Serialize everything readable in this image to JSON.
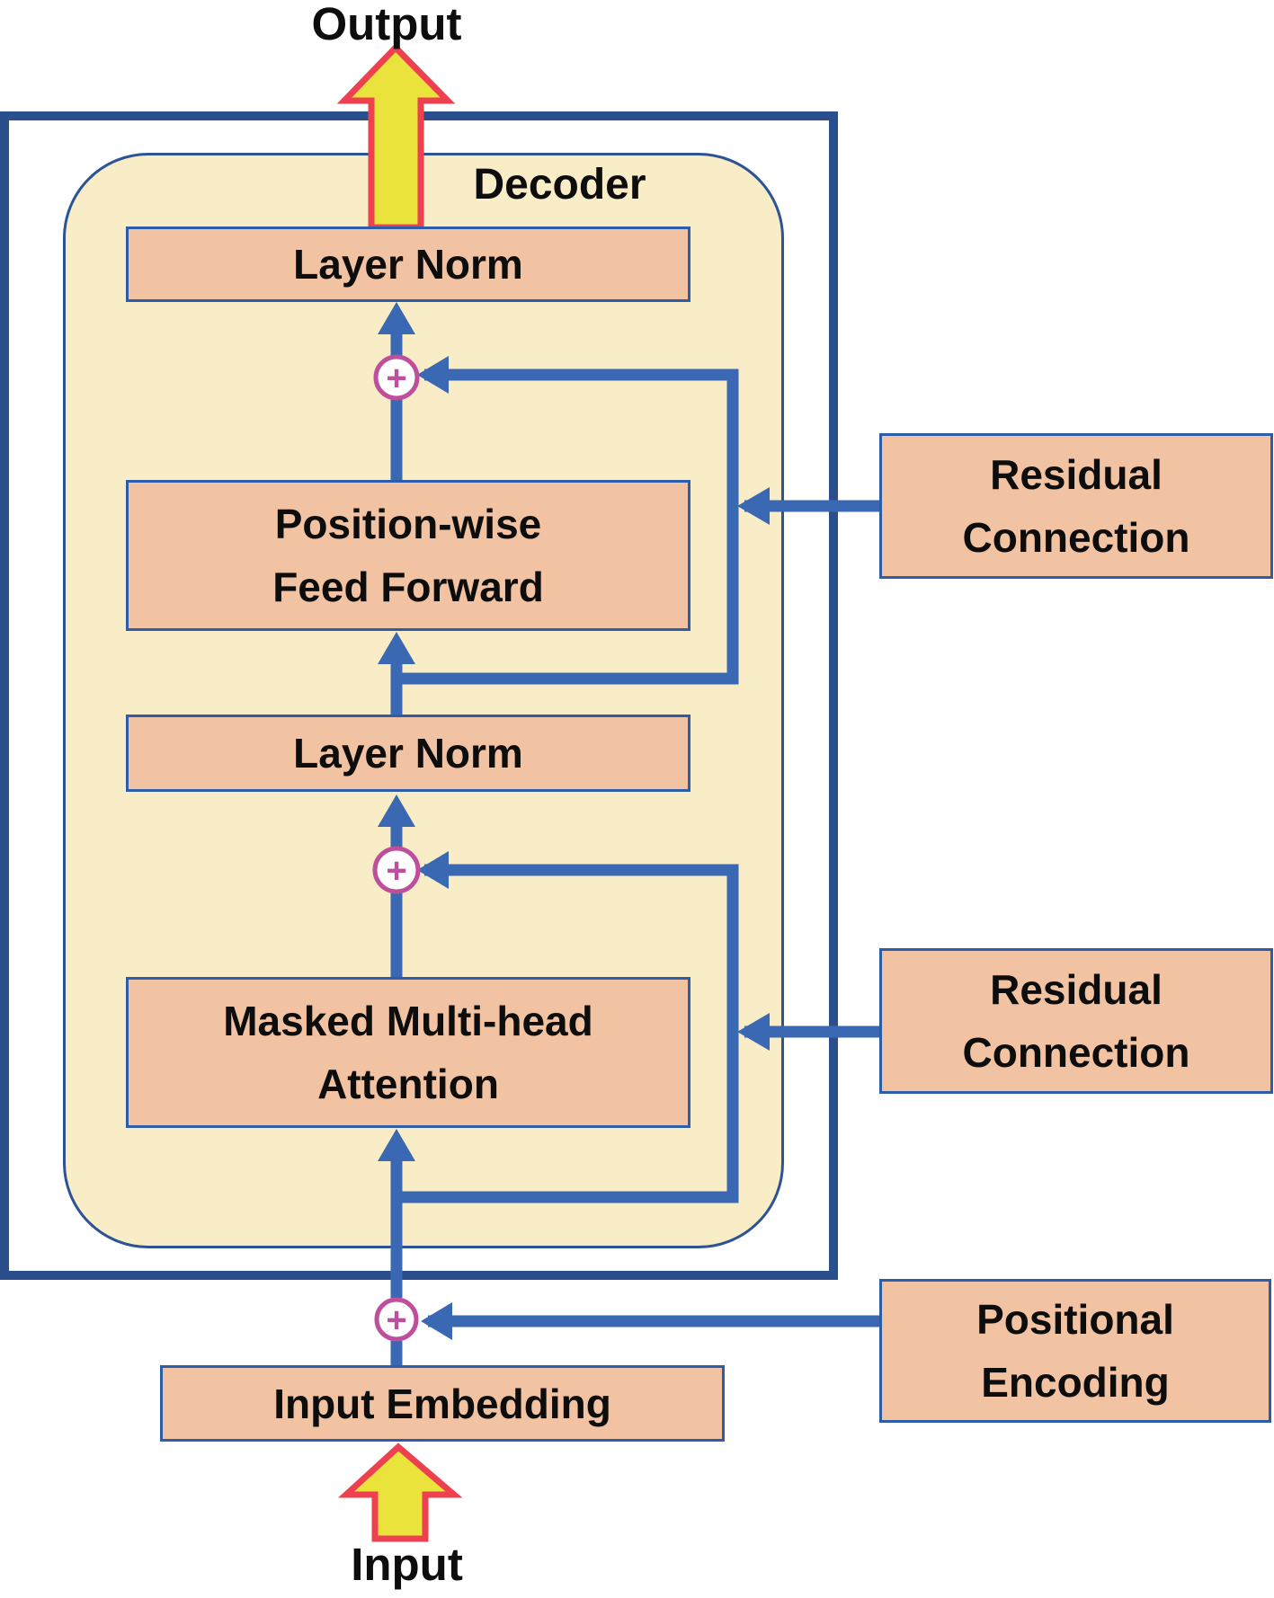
{
  "diagram": {
    "output_label": "Output",
    "input_label": "Input",
    "decoder_label": "Decoder",
    "plus_symbol": "+",
    "blocks": {
      "layer_norm_top": "Layer Norm",
      "ff_line1": "Position-wise",
      "ff_line2": "Feed Forward",
      "layer_norm_mid": "Layer Norm",
      "mha_line1": "Masked Multi-head",
      "mha_line2": "Attention",
      "input_embedding": "Input Embedding"
    },
    "labels": {
      "residual_top_line1": "Residual",
      "residual_top_line2": "Connection",
      "residual_bottom_line1": "Residual",
      "residual_bottom_line2": "Connection",
      "positional_line1": "Positional",
      "positional_line2": "Encoding"
    },
    "colors": {
      "outer-border": "#2b4e8d",
      "decoder-fill": "#f8edc7",
      "decoder-border": "#2d5397",
      "box-fill": "#f2c3a3",
      "box-border": "#2d5ca8",
      "flow-blue": "#3a68b2",
      "plus-magenta": "#bf4f9d",
      "arrow-yellow": "#e9e33c",
      "arrow-red": "#ee4150",
      "text": "#0d0d0d"
    }
  }
}
